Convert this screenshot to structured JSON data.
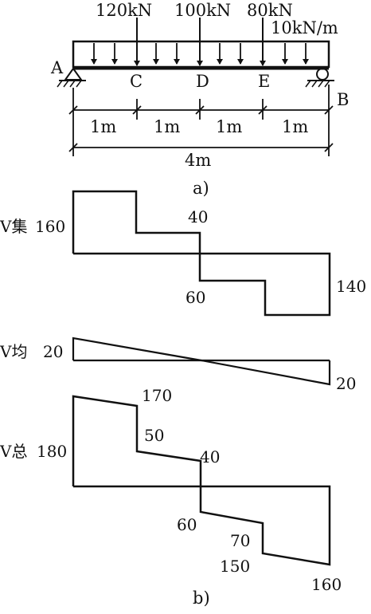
{
  "figure_a": {
    "loads": {
      "p1": "120kN",
      "p2": "100kN",
      "p3": "80kN",
      "q": "10kN/m"
    },
    "points": {
      "a": "A",
      "b": "B",
      "c": "C",
      "d": "D",
      "e": "E"
    },
    "spans": [
      "1m",
      "1m",
      "1m",
      "1m"
    ],
    "total": "4m",
    "caption": "a)"
  },
  "figure_b": {
    "caption": "b)",
    "conc": {
      "label": "V集",
      "v1": "160",
      "v2": "40",
      "v3": "60",
      "v4": "140"
    },
    "dist": {
      "label": "V均",
      "v1": "20",
      "v2": "20"
    },
    "total": {
      "label": "V总",
      "v1": "180",
      "v2": "170",
      "v3": "50",
      "v4": "40",
      "v5": "60",
      "v6": "70",
      "v7": "150",
      "v8": "160"
    }
  }
}
